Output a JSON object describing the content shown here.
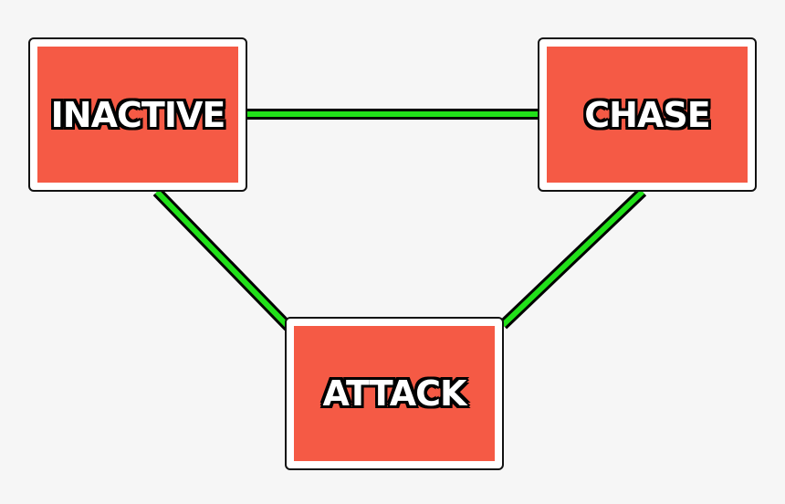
{
  "diagram": {
    "colors": {
      "background": "#f6f6f6",
      "node_fill": "#f55a45",
      "node_border": "#111111",
      "edge": "#22e01a",
      "edge_outline": "#000000"
    },
    "nodes": [
      {
        "id": "inactive",
        "label": "INACTIVE"
      },
      {
        "id": "chase",
        "label": "CHASE"
      },
      {
        "id": "attack",
        "label": "ATTACK"
      }
    ],
    "edges": [
      {
        "from": "inactive",
        "to": "chase"
      },
      {
        "from": "inactive",
        "to": "attack"
      },
      {
        "from": "chase",
        "to": "attack"
      }
    ]
  }
}
